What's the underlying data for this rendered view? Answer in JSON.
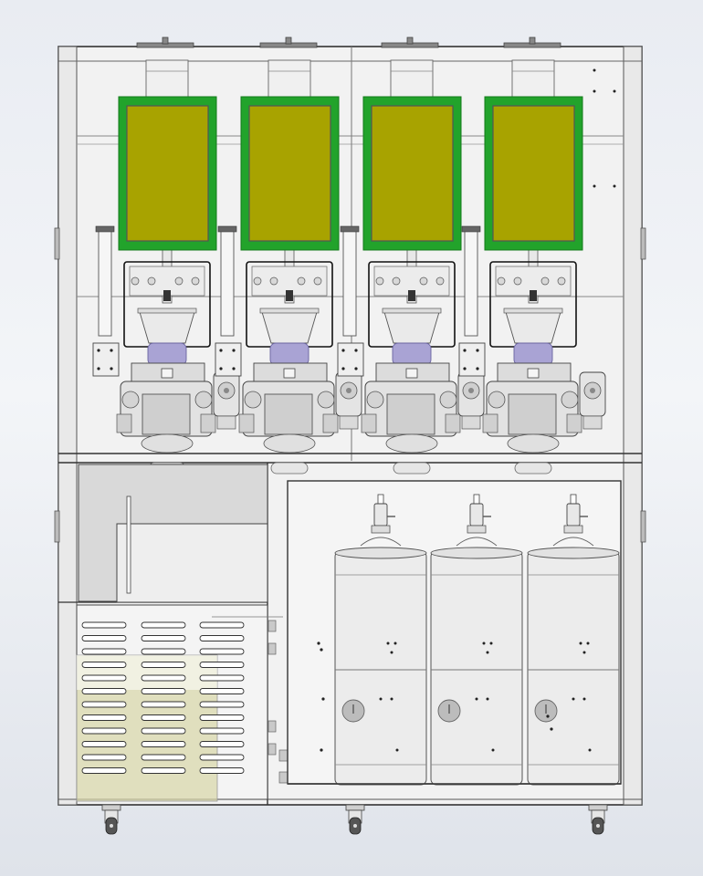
{
  "drawing": {
    "subject": "",
    "view": ""
  },
  "modules": [
    {
      "id": 1,
      "highlight": "green"
    },
    {
      "id": 2,
      "highlight": "green"
    },
    {
      "id": 3,
      "highlight": "green"
    },
    {
      "id": 4,
      "highlight": "green"
    }
  ],
  "tanks": [
    {
      "id": 1
    },
    {
      "id": 2
    },
    {
      "id": 3
    }
  ],
  "casters": [
    {
      "id": 1
    },
    {
      "id": 2
    },
    {
      "id": 3
    }
  ],
  "colors": {
    "background": "#eef0f4",
    "frame": "#333333",
    "panel_fill": "#f1f1f1",
    "highlight_outer": "#22a32b",
    "highlight_inner": "#a8a300",
    "motor_dome": "#a9a3d4",
    "vent_fill": "#d7d6a6"
  }
}
